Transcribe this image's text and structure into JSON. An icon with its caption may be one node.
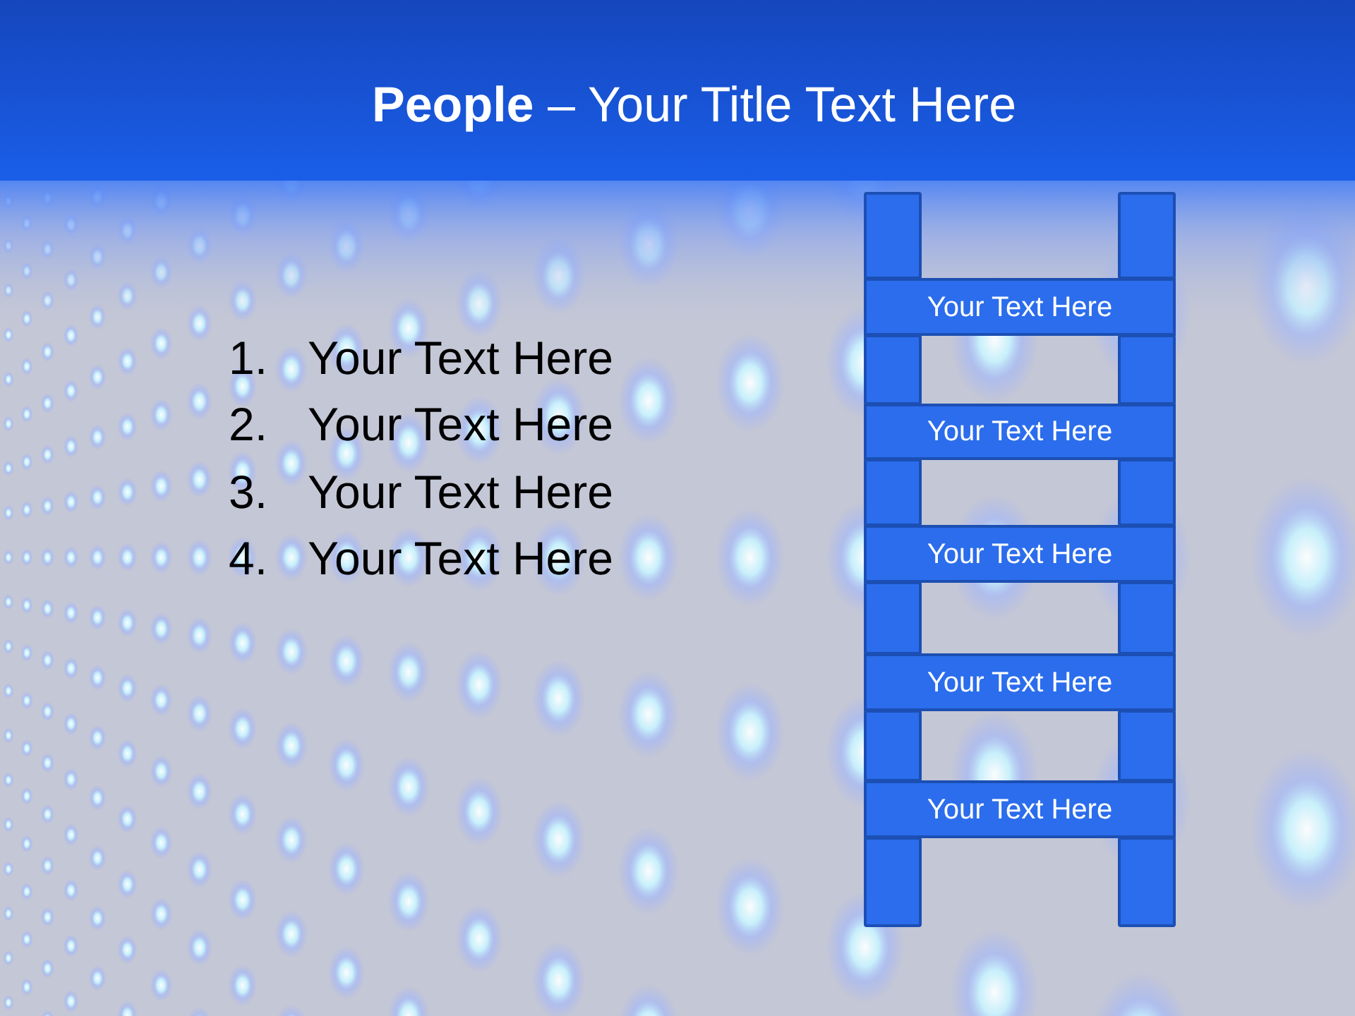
{
  "diagram": {
    "title": "**People** – Your Title Text Here",
    "nodes": [
      {
        "text": [],
        "shape": "bar"
      },
      {
        "text": [],
        "shape": "bar"
      },
      {
        "text": [
          "Your Text Here"
        ]
      },
      {
        "text": [],
        "shape": "bar"
      },
      {
        "text": [],
        "shape": "bar"
      },
      {
        "text": [
          "Your Text Here"
        ]
      },
      {
        "text": [],
        "shape": "bar"
      },
      {
        "text": [],
        "shape": "bar"
      },
      {
        "text": [
          "Your Text Here"
        ]
      },
      {
        "text": [],
        "shape": "bar"
      },
      {
        "text": [],
        "shape": "bar"
      },
      {
        "text": [
          "Your Text Here"
        ]
      },
      {
        "text": [],
        "shape": "bar"
      },
      {
        "text": [],
        "shape": "bar"
      },
      {
        "text": [
          "Your Text Here"
        ]
      },
      {
        "text": [],
        "shape": "bar"
      },
      {
        "text": [],
        "shape": "bar"
      }
    ],
    "labels": [
      "1.",
      "Your Text Here",
      "2.",
      "Your Text Here",
      "3.",
      "Your Text Here",
      "4.",
      "Your Text Here"
    ]
  }
}
